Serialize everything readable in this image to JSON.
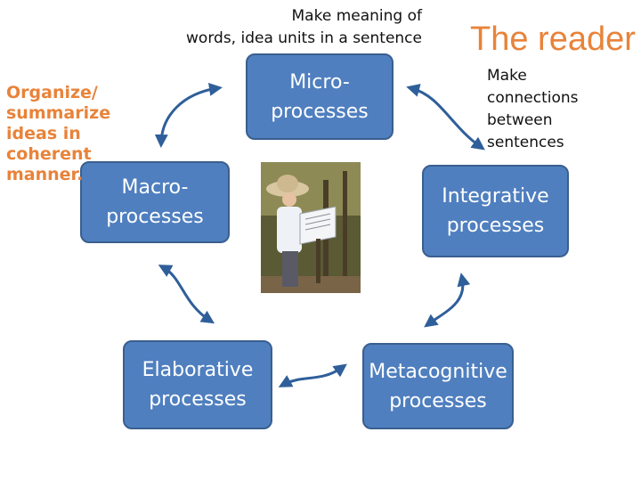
{
  "colors": {
    "box_fill": "#4f7fbf",
    "box_border": "#3a5f8f",
    "box_text": "#ffffff",
    "accent_orange": "#e8833a",
    "arrow": "#2f5f9a"
  },
  "heading": {
    "text": "The reader"
  },
  "notes": {
    "micro_note": "Make meaning of\nwords, idea units in a sentence",
    "integrative_note": "Make\nconnections\nbetween\nsentences",
    "macro_note": "Organize/\nsummarize\nideas in\ncoherent\nmanner."
  },
  "boxes": {
    "micro": "Micro-\nprocesses",
    "macro": "Macro-\nprocesses",
    "integrative": "Integrative\nprocesses",
    "elaborative": "Elaborative\nprocesses",
    "metacognitive": "Metacognitive\nprocesses"
  },
  "icons": [
    "double-arrow-icon"
  ]
}
